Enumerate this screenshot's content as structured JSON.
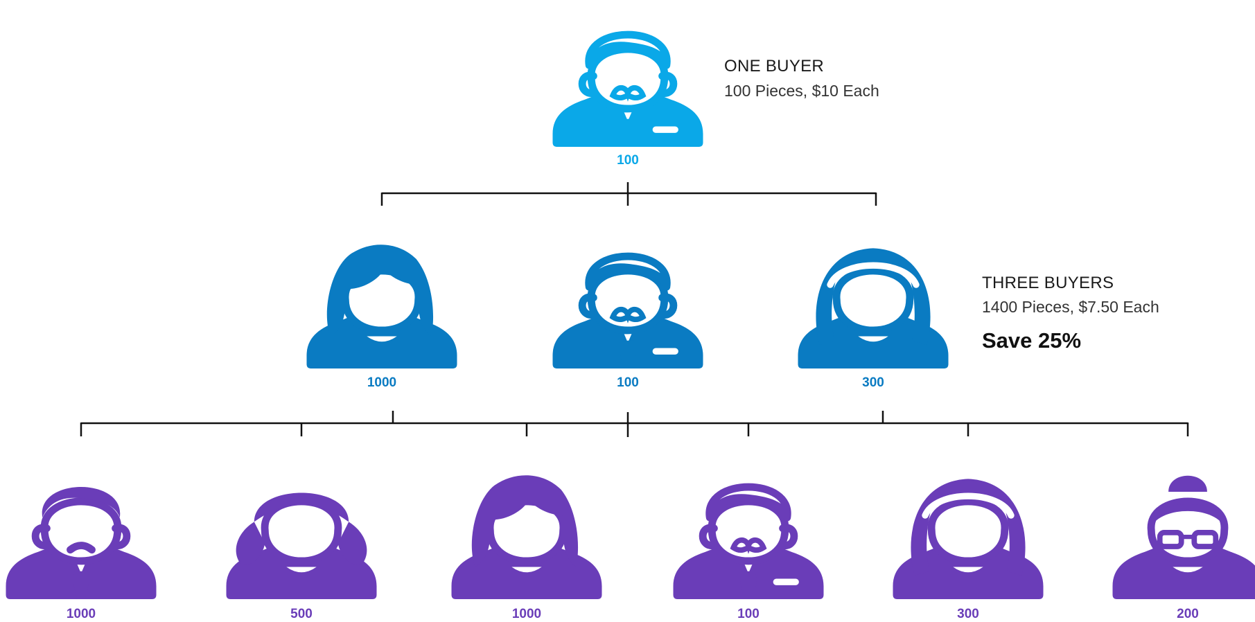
{
  "tiers": [
    {
      "id": "one",
      "color": "#0aa8e8",
      "caption": {
        "title": "ONE BUYER",
        "detail": "100 Pieces, $10 Each"
      },
      "people": [
        {
          "icon": "man-mustache-suit-icon",
          "qty": "100"
        }
      ]
    },
    {
      "id": "three",
      "color": "#0a7bc2",
      "caption": {
        "title": "THREE BUYERS",
        "detail": "1400 Pieces, $7.50 Each",
        "save": "Save 25%"
      },
      "people": [
        {
          "icon": "woman-bob-icon",
          "qty": "1000"
        },
        {
          "icon": "man-mustache-suit-icon",
          "qty": "100"
        },
        {
          "icon": "woman-headband-icon",
          "qty": "300"
        }
      ]
    },
    {
      "id": "many",
      "color": "#6a3db8",
      "people": [
        {
          "icon": "man-goatee-suit-icon",
          "qty": "1000"
        },
        {
          "icon": "woman-pigtails-icon",
          "qty": "500"
        },
        {
          "icon": "woman-bob-icon",
          "qty": "1000"
        },
        {
          "icon": "man-mustache-suit-icon",
          "qty": "100"
        },
        {
          "icon": "woman-headband-icon",
          "qty": "300"
        },
        {
          "icon": "woman-bun-glasses-icon",
          "qty": "200"
        }
      ]
    }
  ]
}
